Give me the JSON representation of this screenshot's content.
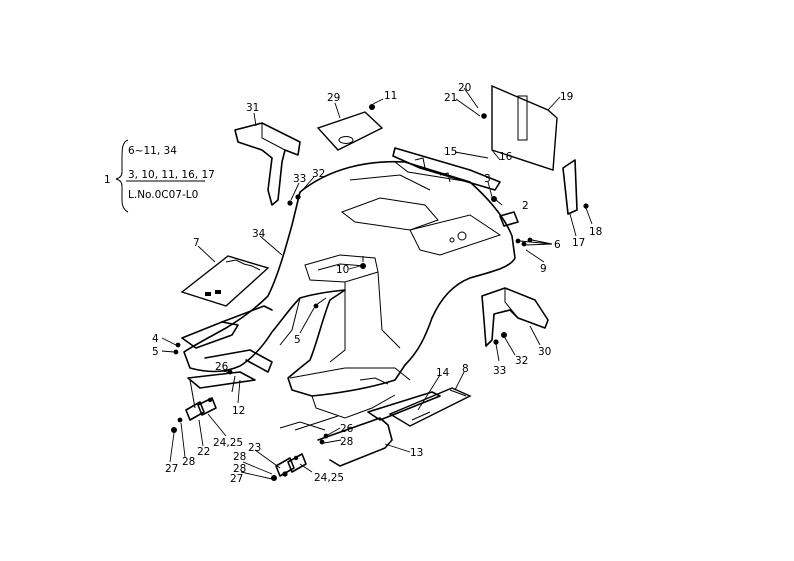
{
  "callouts": {
    "c31": "31",
    "c29": "29",
    "c11": "11",
    "c20": "20",
    "c21": "21",
    "c19": "19",
    "c33a": "33",
    "c32a": "32",
    "c15": "15",
    "c16": "16",
    "c3": "3",
    "c2": "2",
    "c7": "7",
    "c34": "34",
    "c10": "10",
    "c6": "6",
    "c9": "9",
    "c17": "17",
    "c18": "18",
    "c4": "4",
    "c5a": "5",
    "c5b": "5",
    "c30": "30",
    "c32b": "32",
    "c33b": "33",
    "c26a": "26",
    "c12": "12",
    "c14": "14",
    "c8": "8",
    "c22": "22",
    "c2425a": "24,25",
    "c26b": "26",
    "c28a": "28",
    "c28b": "28",
    "c13": "13",
    "c27a": "27",
    "c28c": "28",
    "c23": "23",
    "c28d": "28",
    "c27b": "27",
    "c2425b": "24,25"
  },
  "legend": {
    "item": "1",
    "line1": "6~11, 34",
    "line2": "3, 10, 11, 16, 17",
    "line3": "L.No.0C07-L0"
  }
}
